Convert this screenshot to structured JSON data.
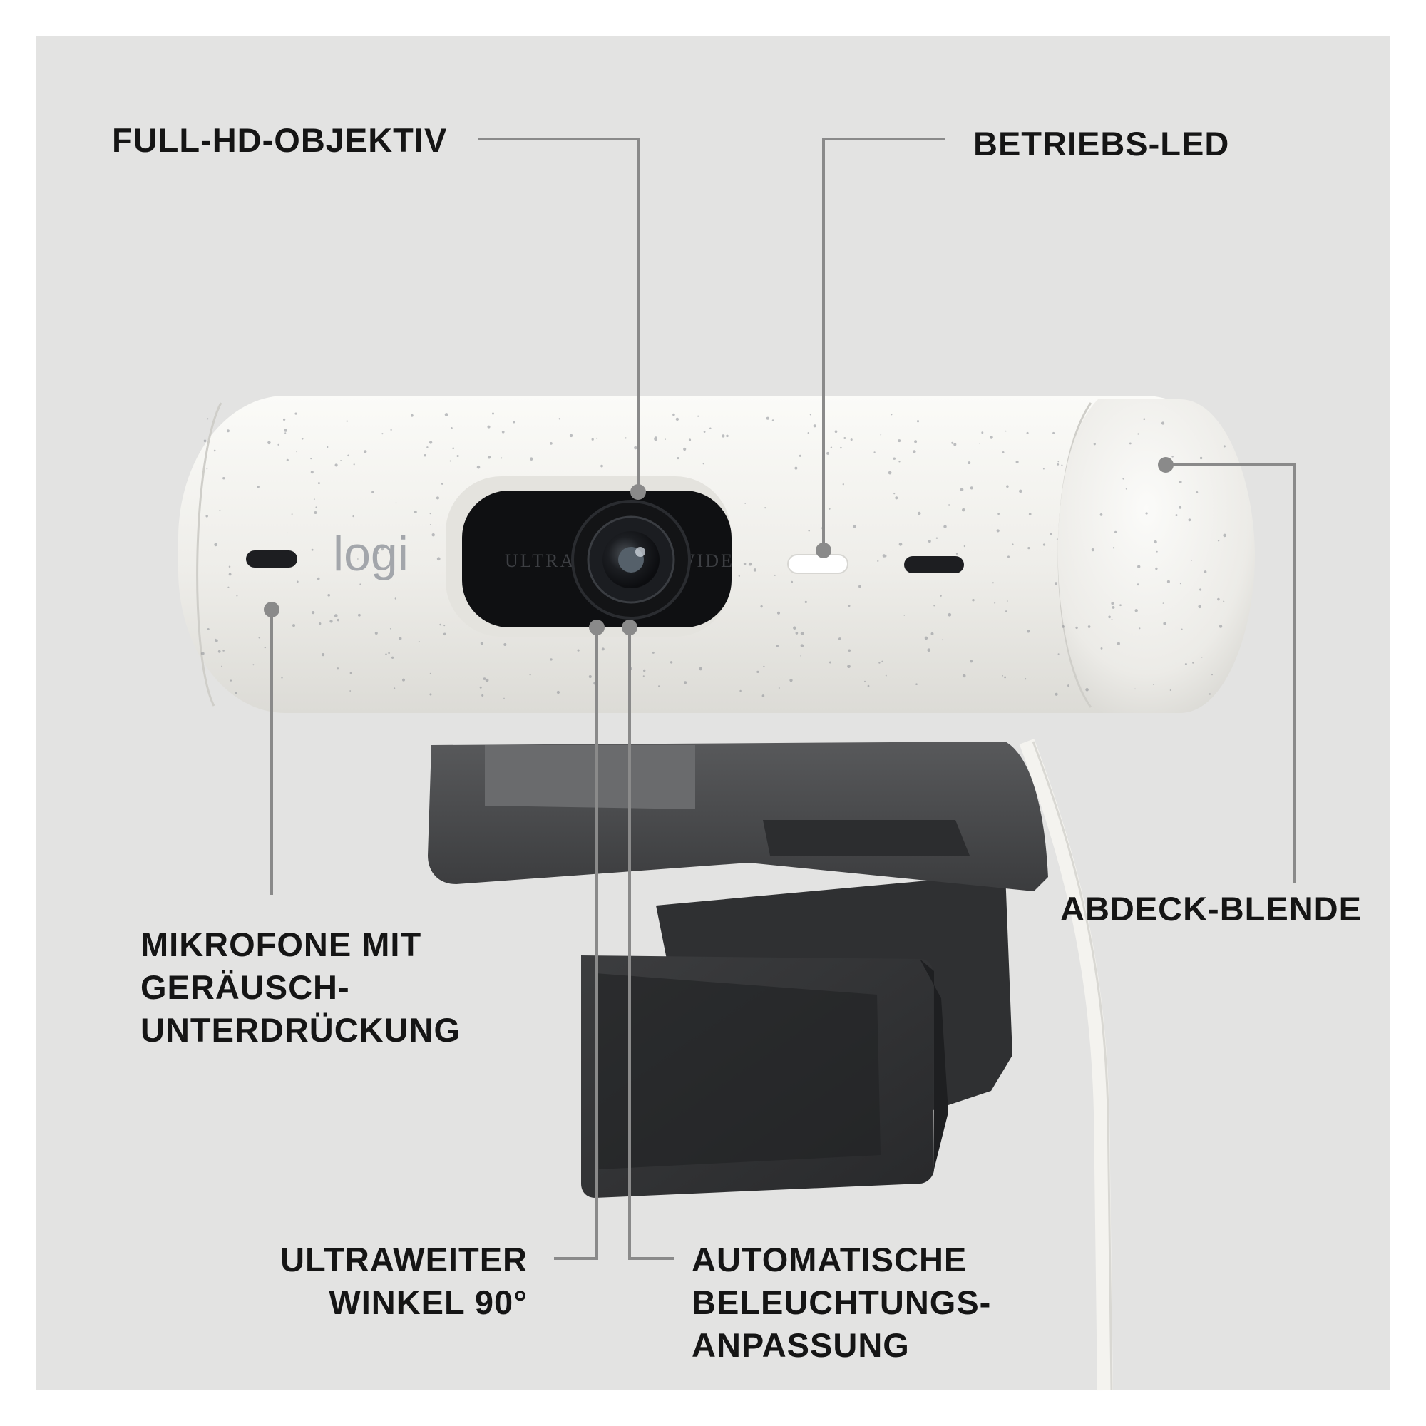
{
  "product": {
    "brand_logo_text": "logi",
    "lens_left_text": "ULTRA",
    "lens_right_text": "WIDE"
  },
  "callouts": {
    "lens": {
      "lines": [
        "FULL-HD-OBJEKTIV"
      ]
    },
    "led": {
      "lines": [
        "BETRIEBS-LED"
      ]
    },
    "shutter": {
      "lines": [
        "ABDECK-BLENDE"
      ]
    },
    "mics": {
      "lines": [
        "MIKROFONE MIT",
        "GERÄUSCH-",
        "UNTERDRÜCKUNG"
      ]
    },
    "wide": {
      "lines": [
        "ULTRAWEITER",
        "WINKEL 90°"
      ]
    },
    "light": {
      "lines": [
        "AUTOMATISCHE",
        "BELEUCHTUNGS-",
        "ANPASSUNG"
      ]
    }
  },
  "colors": {
    "background": "#e3e3e2",
    "camera_body": "#f1f0ec",
    "mount": "#4a4b4d",
    "leader_line": "#8a8a8a",
    "text": "#151515"
  }
}
